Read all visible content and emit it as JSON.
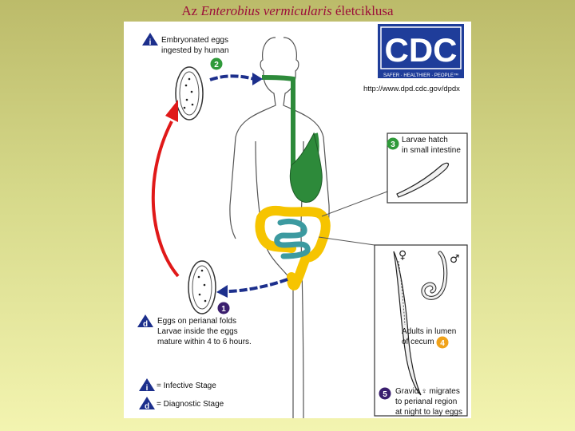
{
  "title": {
    "prefix": "Az ",
    "species": "Enterobius vermicularis",
    "suffix": " életciklusa"
  },
  "logo": {
    "text": "CDC",
    "tagline": "SAFER · HEALTHIER · PEOPLE™",
    "url": "http://www.dpd.cdc.gov/dpdx"
  },
  "steps": {
    "s1_marker": "i",
    "s1_line1": "Embryonated eggs",
    "s1_line2": "ingested by human",
    "s2_number": "2",
    "s3_number": "3",
    "s3_line1": "Larvae hatch",
    "s3_line2": "in small intestine",
    "s4_number": "4",
    "s4_line1": "Adults in lumen",
    "s4_line2": "of cecum",
    "s5_number": "5",
    "s5_line1": "Gravid ♀ migrates",
    "s5_line2": "to perianal region",
    "s5_line3": "at night to lay eggs",
    "s1b_number": "1",
    "d_marker": "d",
    "d_line1": "Eggs on perianal folds",
    "d_line2": "Larvae inside the eggs",
    "d_line3": "mature within 4 to 6 hours."
  },
  "symbols": {
    "female": "♀",
    "male": "♂"
  },
  "legend": {
    "infective_marker": "i",
    "infective_label": "= Infective Stage",
    "diagnostic_marker": "d",
    "diagnostic_label": "= Diagnostic Stage"
  },
  "colors": {
    "title": "#9c0f3a",
    "red_arrow": "#e01919",
    "blue_arrow": "#1c2f8c",
    "green_circle": "#2f9a3a",
    "purple_circle": "#3a1e6e",
    "orange_circle": "#f0a21a",
    "digestive_green": "#2d8a3a",
    "colon_yellow": "#f6c400",
    "intestine_teal": "#3c9aa0",
    "marker_navy": "#1c2f8c"
  }
}
